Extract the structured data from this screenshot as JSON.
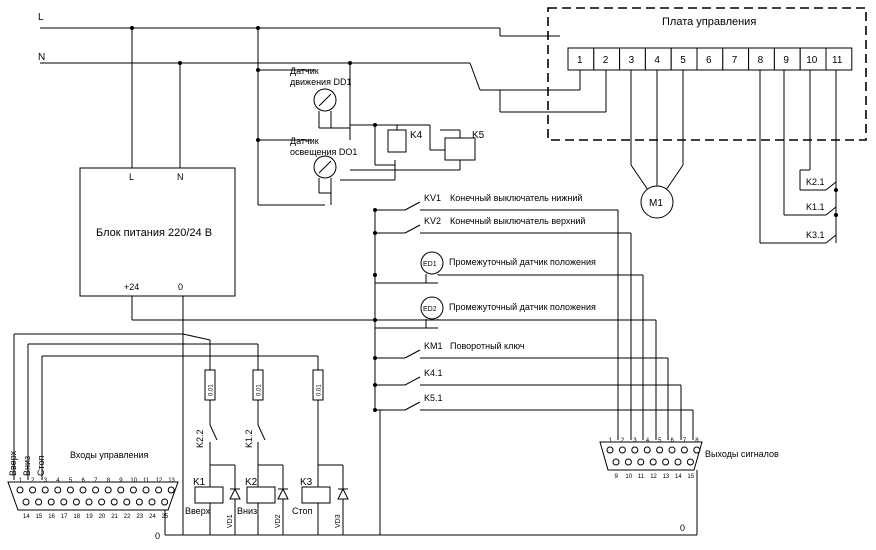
{
  "board": {
    "title": "Плата управления",
    "terminals": [
      "1",
      "2",
      "3",
      "4",
      "5",
      "6",
      "7",
      "8",
      "9",
      "10",
      "11"
    ]
  },
  "mains": {
    "l": "L",
    "n": "N"
  },
  "psu": {
    "title": "Блок питания 220/24 В",
    "in_l": "L",
    "in_n": "N",
    "out_plus": "+24",
    "out_zero": "0"
  },
  "sensors": {
    "motion_label_1": "Датчик",
    "motion_label_2": "движения DD1",
    "light_label_1": "Датчик",
    "light_label_2": "освещения DO1"
  },
  "relays_top": {
    "k4": "K4",
    "k5": "K5"
  },
  "motor": {
    "label": "M1"
  },
  "board_contacts": {
    "k21": "K2.1",
    "k11": "K1.1",
    "k31": "K3.1"
  },
  "signals": [
    {
      "code": "KV1",
      "text": "Конечный выключатель нижний"
    },
    {
      "code": "KV2",
      "text": "Конечный выключатель верхний"
    },
    {
      "code": "ED1",
      "text": "Промежуточный датчик положения"
    },
    {
      "code": "ED2",
      "text": "Промежуточный датчик положения"
    },
    {
      "code": "KM1",
      "text": "Поворотный ключ"
    },
    {
      "code": "K4.1",
      "text": ""
    },
    {
      "code": "K5.1",
      "text": ""
    }
  ],
  "inputs": {
    "title": "Входы управления",
    "vert_labels": [
      "Вверх",
      "Вниз",
      "Стоп"
    ],
    "pins_top": [
      "1",
      "2",
      "3",
      "4",
      "5",
      "6",
      "7",
      "8",
      "9",
      "10",
      "11",
      "12",
      "13"
    ],
    "pins_bottom": [
      "14",
      "15",
      "16",
      "17",
      "18",
      "19",
      "20",
      "21",
      "22",
      "23",
      "24",
      "25"
    ]
  },
  "outputs": {
    "title": "Выходы сигналов",
    "pins_top": [
      "1",
      "2",
      "3",
      "4",
      "5",
      "6",
      "7",
      "8"
    ],
    "pins_bottom": [
      "9",
      "10",
      "11",
      "12",
      "13",
      "14",
      "15"
    ]
  },
  "fuses": [
    "0.01",
    "0.01",
    "0.01"
  ],
  "contacts_low": {
    "k22": "K2.2",
    "k12": "K1.2"
  },
  "relays_low": [
    {
      "coil": "K1",
      "name": "Вверх",
      "diode": "VD1"
    },
    {
      "coil": "K2",
      "name": "Вниз",
      "diode": "VD2"
    },
    {
      "coil": "K3",
      "name": "Стоп",
      "diode": "VD3"
    }
  ],
  "ground": {
    "left": "0",
    "right": "0"
  }
}
